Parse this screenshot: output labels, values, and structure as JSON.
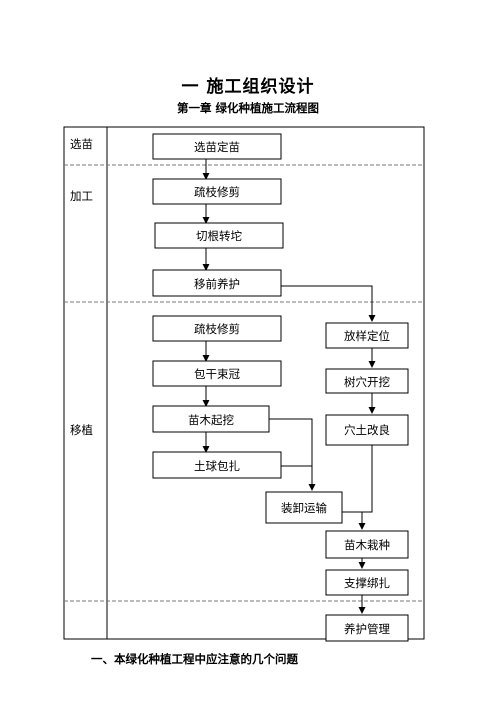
{
  "title": "一   施工组织设计",
  "subtitle": "第一章  绿化种植施工流程图",
  "stages": [
    "选苗",
    "加工",
    "移植"
  ],
  "nodes": {
    "select_fix": "选苗定苗",
    "prune_1": "疏枝修剪",
    "cut_root": "切根转坨",
    "premove_care": "移前养护",
    "prune_2": "疏枝修剪",
    "wrap_crown": "包干束冠",
    "dig_up": "苗木起挖",
    "ball_wrap": "土球包扎",
    "transport": "装卸运输",
    "stakeout": "放样定位",
    "dig_pit": "树穴开挖",
    "soil_improve": "穴土改良",
    "planting": "苗木栽种",
    "support": "支撑绑扎",
    "maintenance": "养护管理"
  },
  "footer_heading": "一、本绿化种植工程中应注意的几个问题"
}
